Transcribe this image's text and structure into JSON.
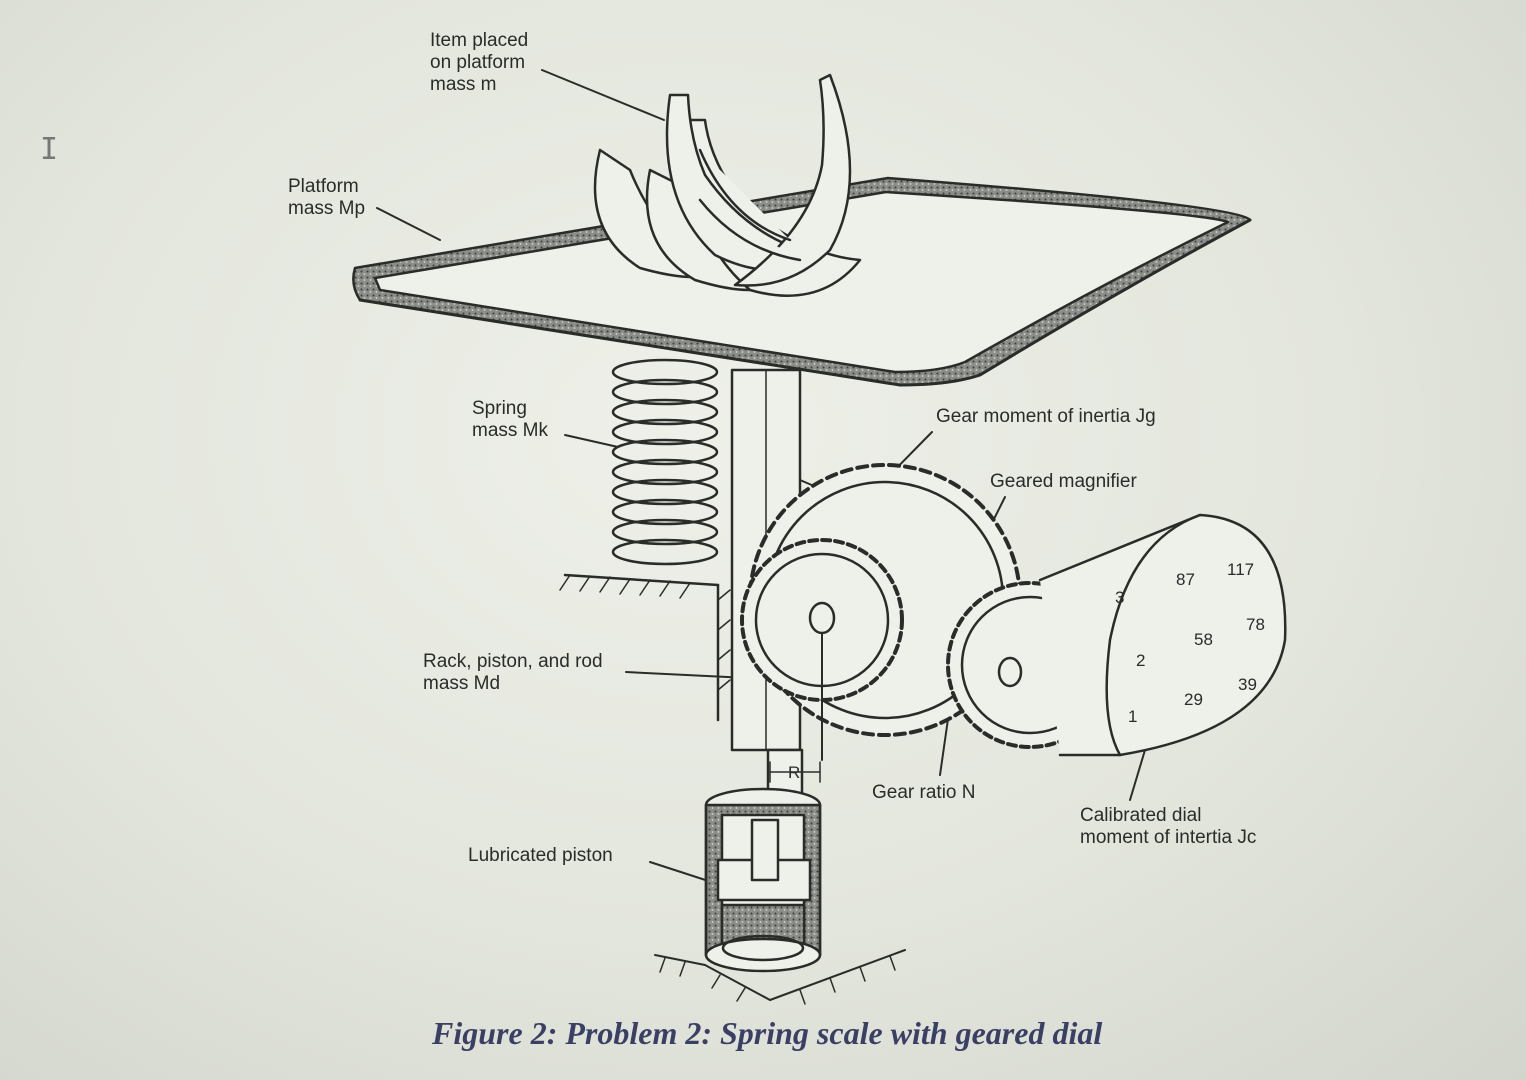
{
  "labels": {
    "item": "Item placed\non platform\nmass m",
    "platform": "Platform\nmass Mp",
    "spring": "Spring\nmass Mk",
    "gear_inertia": "Gear moment of inertia Jg",
    "geared_magnifier": "Geared magnifier",
    "rack": "Rack, piston, and rod\nmass Md",
    "gear_ratio": "Gear ratio N",
    "dial": "Calibrated dial\nmoment of intertia Jc",
    "lubricated_piston": "Lubricated piston",
    "radius": "R"
  },
  "dial_numbers": [
    "3",
    "87",
    "117",
    "2",
    "58",
    "78",
    "1",
    "29",
    "39"
  ],
  "caption": "Figure 2: Problem 2: Spring scale with geared dial",
  "colors": {
    "ink": "#2a2c2a",
    "caption": "#3a3f63",
    "paper": "#e6e9e0"
  }
}
